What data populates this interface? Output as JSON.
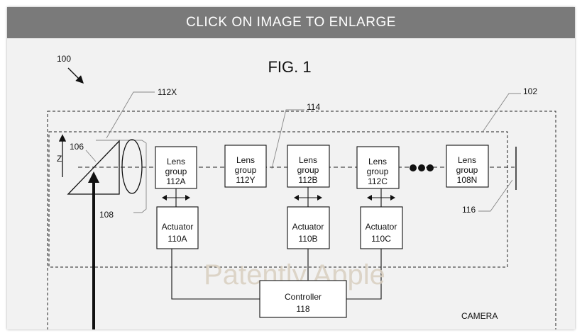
{
  "banner": {
    "text": "CLICK ON IMAGE TO ENLARGE"
  },
  "figure": {
    "title": "FIG. 1",
    "watermark": "Patently Apple",
    "camera_label": "CAMERA",
    "refs": {
      "system": "100",
      "camera": "102",
      "prism": "106",
      "lens": "108",
      "prism_group": "112X",
      "optical_axis": "114",
      "sensor": "116",
      "z_axis": "Z"
    },
    "lens_groups": [
      {
        "line1": "Lens",
        "line2": "group",
        "line3": "112A"
      },
      {
        "line1": "Lens",
        "line2": "group",
        "line3": "112Y"
      },
      {
        "line1": "Lens",
        "line2": "group",
        "line3": "112B"
      },
      {
        "line1": "Lens",
        "line2": "group",
        "line3": "112C"
      },
      {
        "line1": "Lens",
        "line2": "group",
        "line3": "108N"
      }
    ],
    "actuators": [
      {
        "line1": "Actuator",
        "line2": "110A"
      },
      {
        "line1": "Actuator",
        "line2": "110B"
      },
      {
        "line1": "Actuator",
        "line2": "110C"
      }
    ],
    "controller": {
      "line1": "Controller",
      "line2": "118"
    }
  }
}
